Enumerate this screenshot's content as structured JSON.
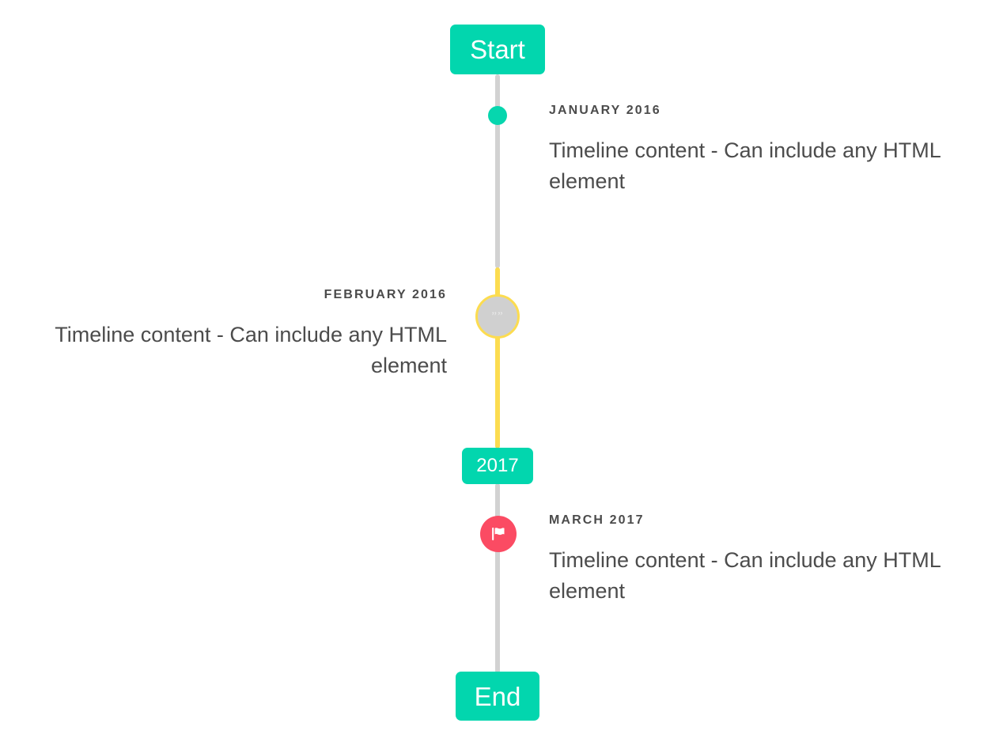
{
  "timeline": {
    "start_label": "Start",
    "year_label": "2017",
    "end_label": "End",
    "line_color_default": "#d2d2d2",
    "line_color_highlight": "#fcdc50",
    "accent_color": "#02d6ae",
    "marker_flag_color": "#fb4b63",
    "marker_ring_color": "#fcdc50",
    "marker_ring_fill": "#d0d0d0",
    "text_color": "#4c4c4c",
    "entries": [
      {
        "date": "JANUARY 2016",
        "body": "Timeline content - Can include any HTML element",
        "side": "right",
        "marker": "dot"
      },
      {
        "date": "FEBRUARY 2016",
        "body": "Timeline content - Can include any HTML element",
        "side": "left",
        "marker": "ring",
        "marker_glyph": "””"
      },
      {
        "date": "MARCH 2017",
        "body": "Timeline content - Can include any HTML element",
        "side": "right",
        "marker": "flag-icon"
      }
    ]
  }
}
